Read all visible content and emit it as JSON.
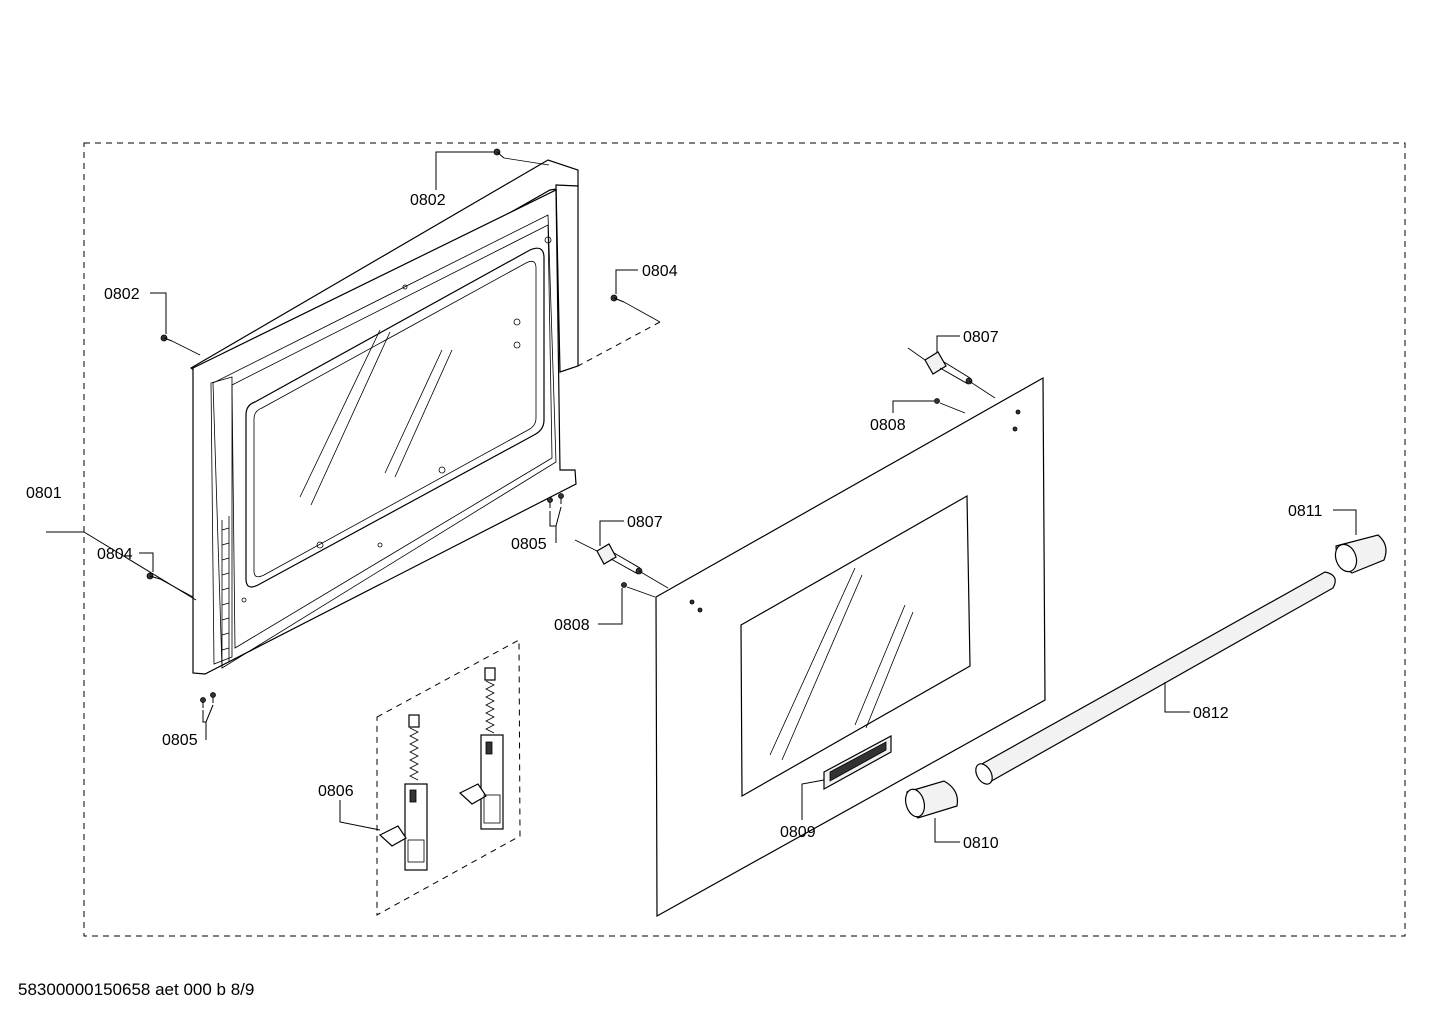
{
  "labels": {
    "p0801": "0801",
    "p0802_top": "0802",
    "p0802_left": "0802",
    "p0804_right": "0804",
    "p0804_left": "0804",
    "p0805_mid": "0805",
    "p0805_bottom": "0805",
    "p0806": "0806",
    "p0807_top": "0807",
    "p0807_mid": "0807",
    "p0808_top": "0808",
    "p0808_mid": "0808",
    "p0809": "0809",
    "p0810": "0810",
    "p0811": "0811",
    "p0812": "0812"
  },
  "footer": {
    "document_id": "58300000150658 aet 000 b 8/9"
  }
}
